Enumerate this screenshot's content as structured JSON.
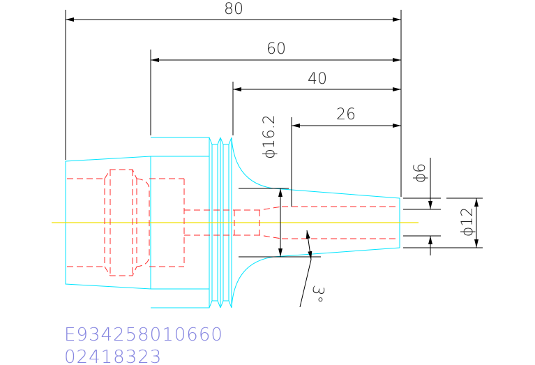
{
  "drawing": {
    "dimensions": {
      "length_80": "80",
      "length_60": "60",
      "length_40": "40",
      "length_26": "26",
      "dia_16_2": "ϕ16.2",
      "dia_6": "ϕ6",
      "dia_12": "ϕ12",
      "angle_3": "3°"
    },
    "part_code": {
      "line1": "E934258010660",
      "line2": "02418323"
    },
    "colors": {
      "outline": "#00e5ff",
      "hidden": "#ff2a2a",
      "centerline": "#f0e000",
      "dimension": "#000000",
      "code_text": "#8585e0"
    }
  }
}
